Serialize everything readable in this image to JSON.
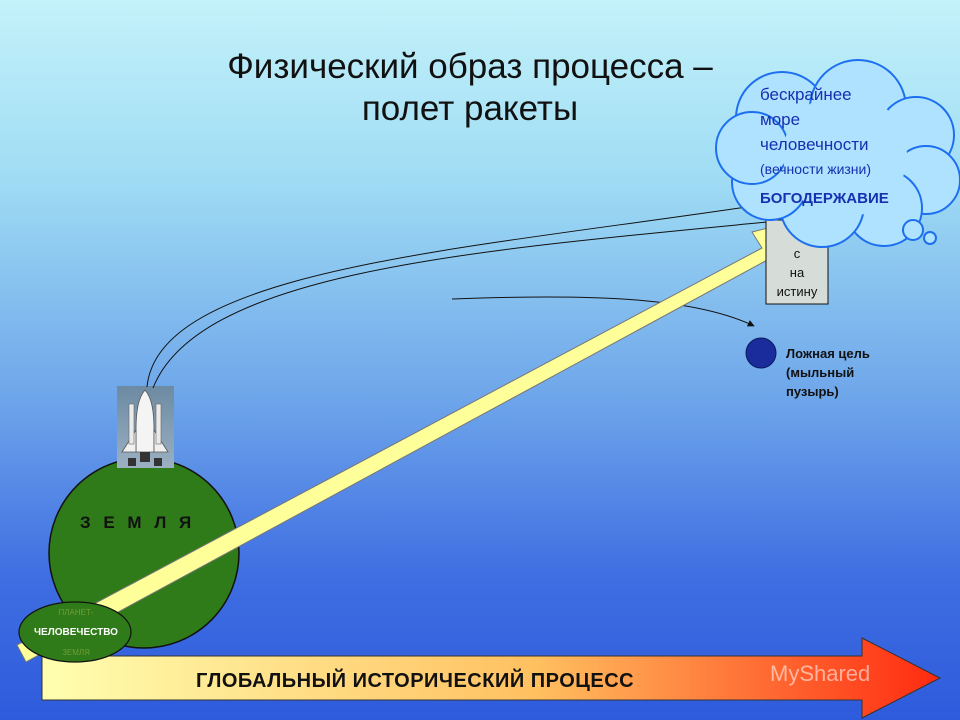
{
  "title": {
    "line1": "Физический образ процесса –",
    "line2": "полет ракеты"
  },
  "earth": {
    "label": "З Е М Л Я",
    "oval": {
      "line1": "ПЛАНЕТ-",
      "line2": "ЧЕЛОВЕЧЕСТВО",
      "line3": "ЗЕМЛЯ"
    }
  },
  "cloud": {
    "line1": "бескрайнее",
    "line2": "море",
    "line3": "человечности",
    "line4": "(вечности жизни)",
    "line5": "БОГОДЕРЖАВИЕ"
  },
  "note_box": {
    "line1": "с",
    "line2": "на",
    "line3": "истину"
  },
  "false_goal": {
    "line1": "Ложная цель",
    "line2": "(мыльный",
    "line3": "пузырь)"
  },
  "bottom_arrow": {
    "label": "ГЛОБАЛЬНЫЙ ИСТОРИЧЕСКИЙ ПРОЦЕСС"
  },
  "watermark": "MyShared",
  "colors": {
    "earth": "#2f7a19",
    "main_arrow": "#ffff9a",
    "cloud": "#aee2ff",
    "false_goal": "#1a2c9c",
    "bottom_arrow_start": "#ffffa0",
    "bottom_arrow_end": "#ff3a10"
  }
}
